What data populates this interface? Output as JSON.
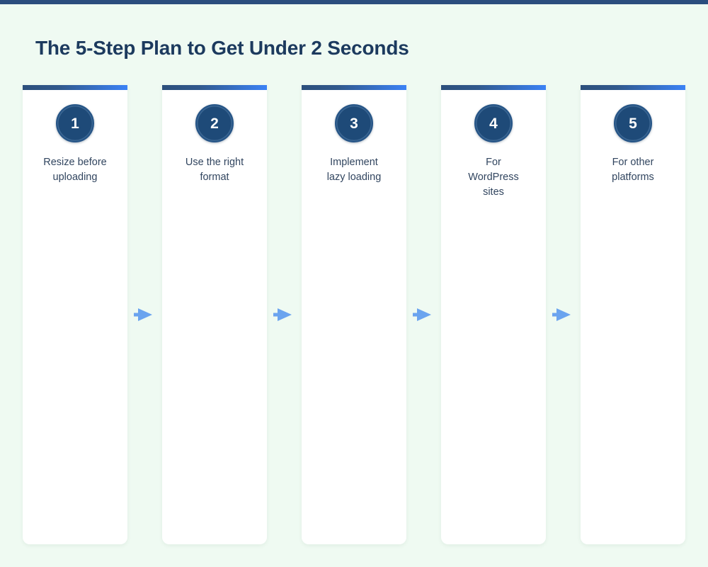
{
  "page": {
    "title": "The 5-Step Plan to Get Under 2 Seconds",
    "background_color": "#effaf2",
    "accent_bar_color": "#2b4d7e",
    "title_color": "#1c3a5e"
  },
  "theme": {
    "card_background": "#ffffff",
    "card_bar_gradient_start": "#2c4f7c",
    "card_bar_gradient_end": "#3b82f6",
    "badge_color": "#1e4a78",
    "badge_text_color": "#ffffff",
    "label_color": "#31455f",
    "arrow_color": "#6ba4ef"
  },
  "steps": [
    {
      "number": "1",
      "label": "Resize before\nuploading"
    },
    {
      "number": "2",
      "label": "Use the right\nformat"
    },
    {
      "number": "3",
      "label": "Implement\nlazy loading"
    },
    {
      "number": "4",
      "label": "For\nWordPress\nsites"
    },
    {
      "number": "5",
      "label": "For other\nplatforms"
    }
  ],
  "connectors": [
    {
      "icon": "arrow-right-icon"
    },
    {
      "icon": "arrow-right-icon"
    },
    {
      "icon": "arrow-right-icon"
    },
    {
      "icon": "arrow-right-icon"
    }
  ]
}
